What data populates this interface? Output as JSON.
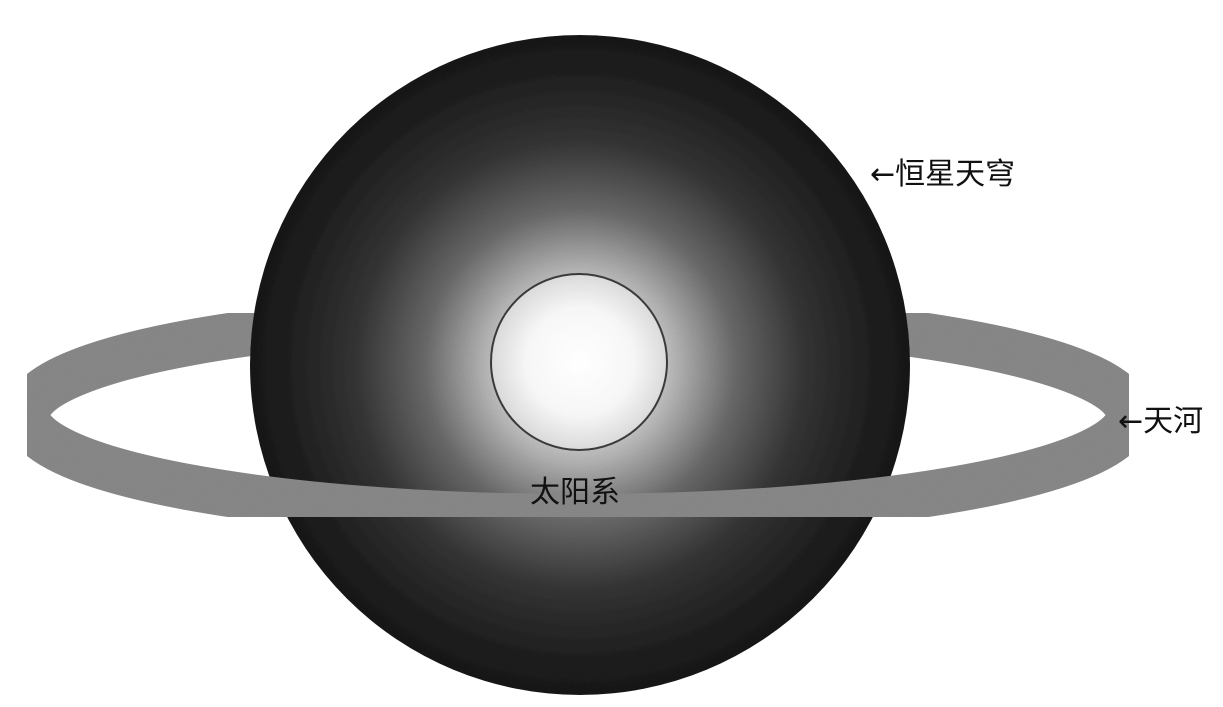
{
  "diagram": {
    "labels": {
      "celestial_sphere": "←恒星天穹",
      "milky_way": "←天河",
      "solar_system": "太阳系"
    },
    "colors": {
      "background": "#ffffff",
      "sphere_dark": "#1a1a1a",
      "sphere_glow": "#ffffff",
      "galactic_ring": "#888888",
      "solar_system_outline": "#3a3a3a",
      "label_text": "#111111"
    }
  }
}
